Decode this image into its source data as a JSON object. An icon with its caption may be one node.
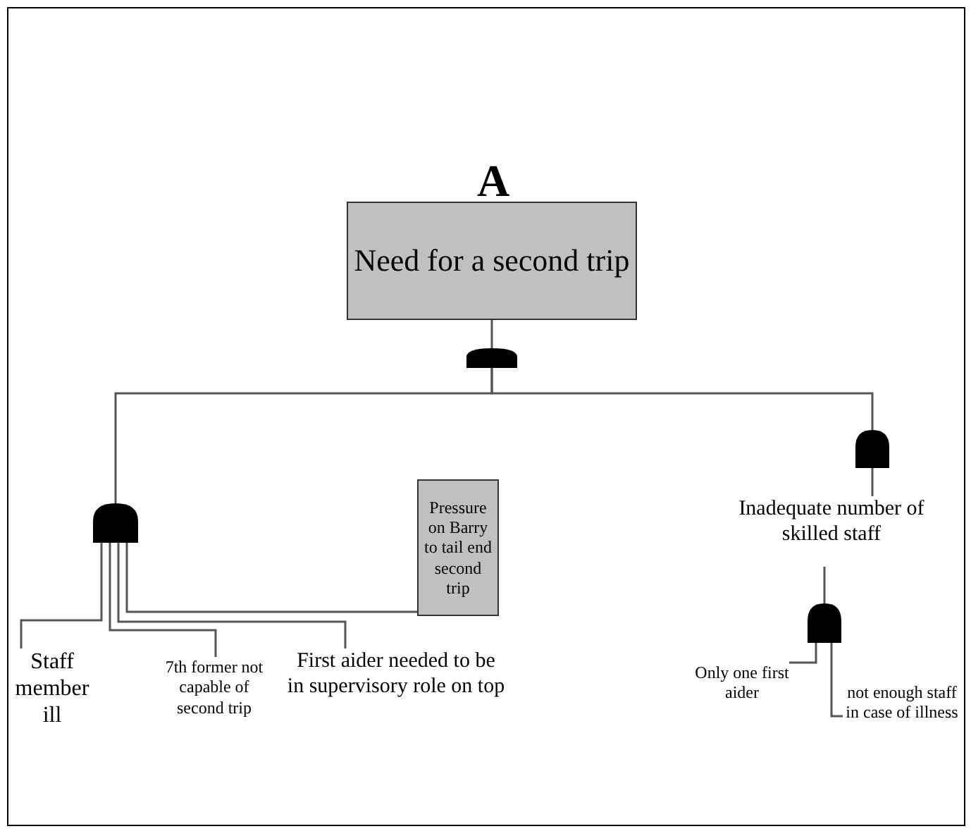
{
  "diagram": {
    "title": "A",
    "nodes": [
      {
        "text": [
          "Need for a second trip"
        ]
      },
      {
        "text": [],
        "shape": "gate"
      },
      {
        "text": [],
        "shape": "gate"
      },
      {
        "text": [],
        "shape": "gate"
      },
      {
        "text": [
          "Inadequate number of skilled staff"
        ]
      },
      {
        "text": [],
        "shape": "gate"
      },
      {
        "text": [
          "Pressure on Barry to tail end second trip"
        ]
      },
      {
        "text": [
          "Staff member ill"
        ]
      },
      {
        "text": [
          "7th former not capable of second trip"
        ]
      },
      {
        "text": [
          "First aider needed to be in supervisory role on top"
        ]
      },
      {
        "text": [
          "Only one first aider"
        ]
      },
      {
        "text": [
          "not enough staff in case of illness"
        ]
      }
    ],
    "edges": [
      {
        "from": 0,
        "to": 1,
        "arrow": "none"
      },
      {
        "from": 1,
        "to": 2,
        "arrow": "none"
      },
      {
        "from": 1,
        "to": 3,
        "arrow": "none"
      },
      {
        "from": 3,
        "to": 4,
        "arrow": "none"
      },
      {
        "from": 4,
        "to": 5,
        "arrow": "none"
      },
      {
        "from": 2,
        "to": 7,
        "arrow": "none"
      },
      {
        "from": 2,
        "to": 8,
        "arrow": "none"
      },
      {
        "from": 2,
        "to": 9,
        "arrow": "none"
      },
      {
        "from": 2,
        "to": 6,
        "arrow": "none"
      },
      {
        "from": 5,
        "to": 10,
        "arrow": "none"
      },
      {
        "from": 5,
        "to": 11,
        "arrow": "none"
      }
    ]
  }
}
